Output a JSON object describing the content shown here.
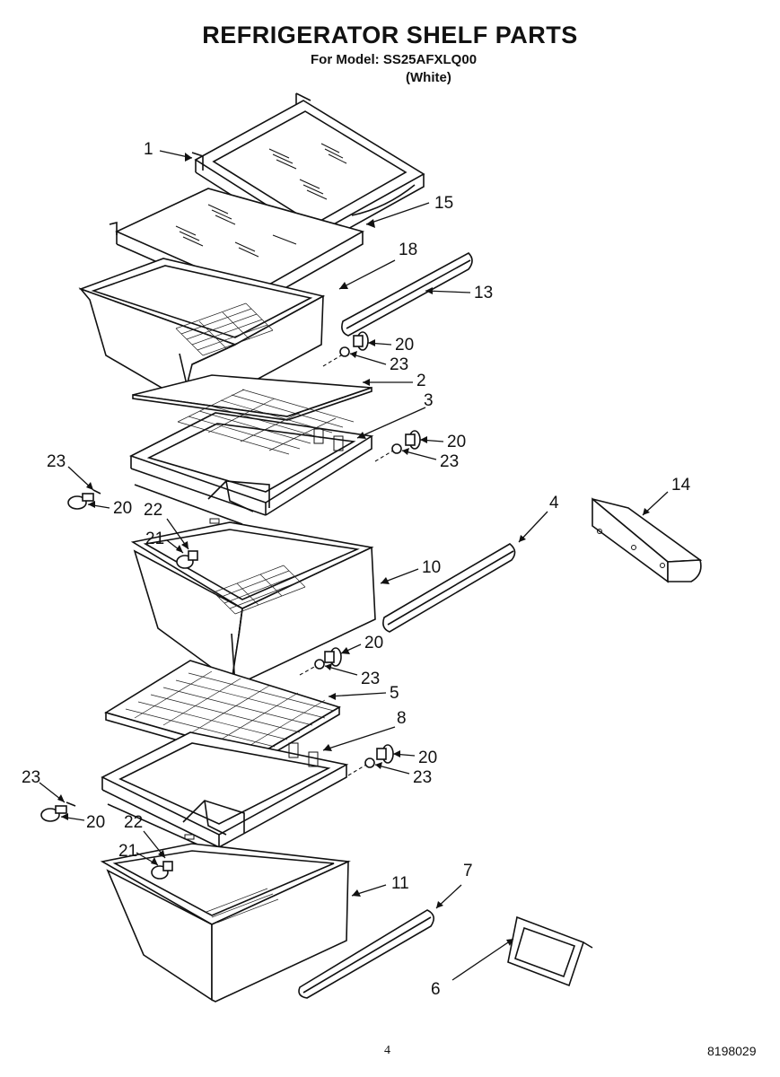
{
  "header": {
    "title": "REFRIGERATOR SHELF PARTS",
    "model": "For Model: SS25AFXLQ00",
    "color": "(White)"
  },
  "footer": {
    "page": "4",
    "doc_number": "8198029"
  },
  "callouts": {
    "p1": "1",
    "p15": "15",
    "p18": "18",
    "p13": "13",
    "p20a": "20",
    "p23a": "23",
    "p2": "2",
    "p3": "3",
    "p20b": "20",
    "p23b": "23",
    "p23c": "23",
    "p20c": "20",
    "p22a": "22",
    "p21a": "21",
    "p4": "4",
    "p14": "14",
    "p10": "10",
    "p20d": "20",
    "p23d": "23",
    "p5": "5",
    "p8": "8",
    "p20e": "20",
    "p23e": "23",
    "p23f": "23",
    "p20f": "20",
    "p22b": "22",
    "p21b": "21",
    "p11": "11",
    "p7": "7",
    "p6": "6"
  }
}
